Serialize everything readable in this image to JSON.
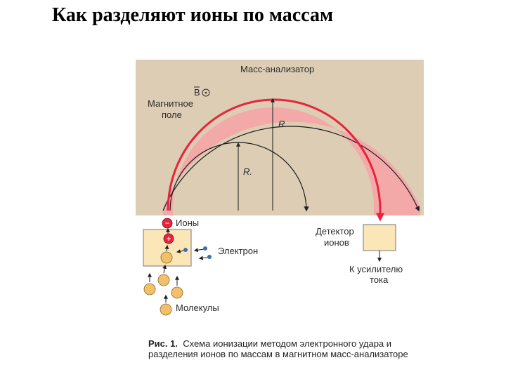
{
  "title": "Как разделяют ионы по массам",
  "diagram": {
    "analyzer_label": "Масс-анализатор",
    "field_symbol": "B",
    "field_label_line1": "Магнитное",
    "field_label_line2": "поле",
    "outer_radius_label": "R",
    "inner_radius_label": "R.",
    "ions_label": "Ионы",
    "electron_label": "Электрон",
    "molecules_label": "Молекулы",
    "detector_label_line1": "Детектор",
    "detector_label_line2": "ионов",
    "amplifier_label_line1": "К усилителю",
    "amplifier_label_line2": "тока",
    "minus_sign": "−",
    "plus_sign": "+"
  },
  "caption": {
    "prefix": "Рис. 1.",
    "text": "Схема ионизации методом электронного удара и разделения ионов по массам в магнитном масс-анализаторе"
  },
  "colors": {
    "analyzer_bg": "#dccdb4",
    "beam_band": "#f4a9a9",
    "ion_path": "#e8243c",
    "source_box": "#fbe6b8",
    "molecule": "#f2c06a",
    "electron": "#3d6fb0"
  }
}
